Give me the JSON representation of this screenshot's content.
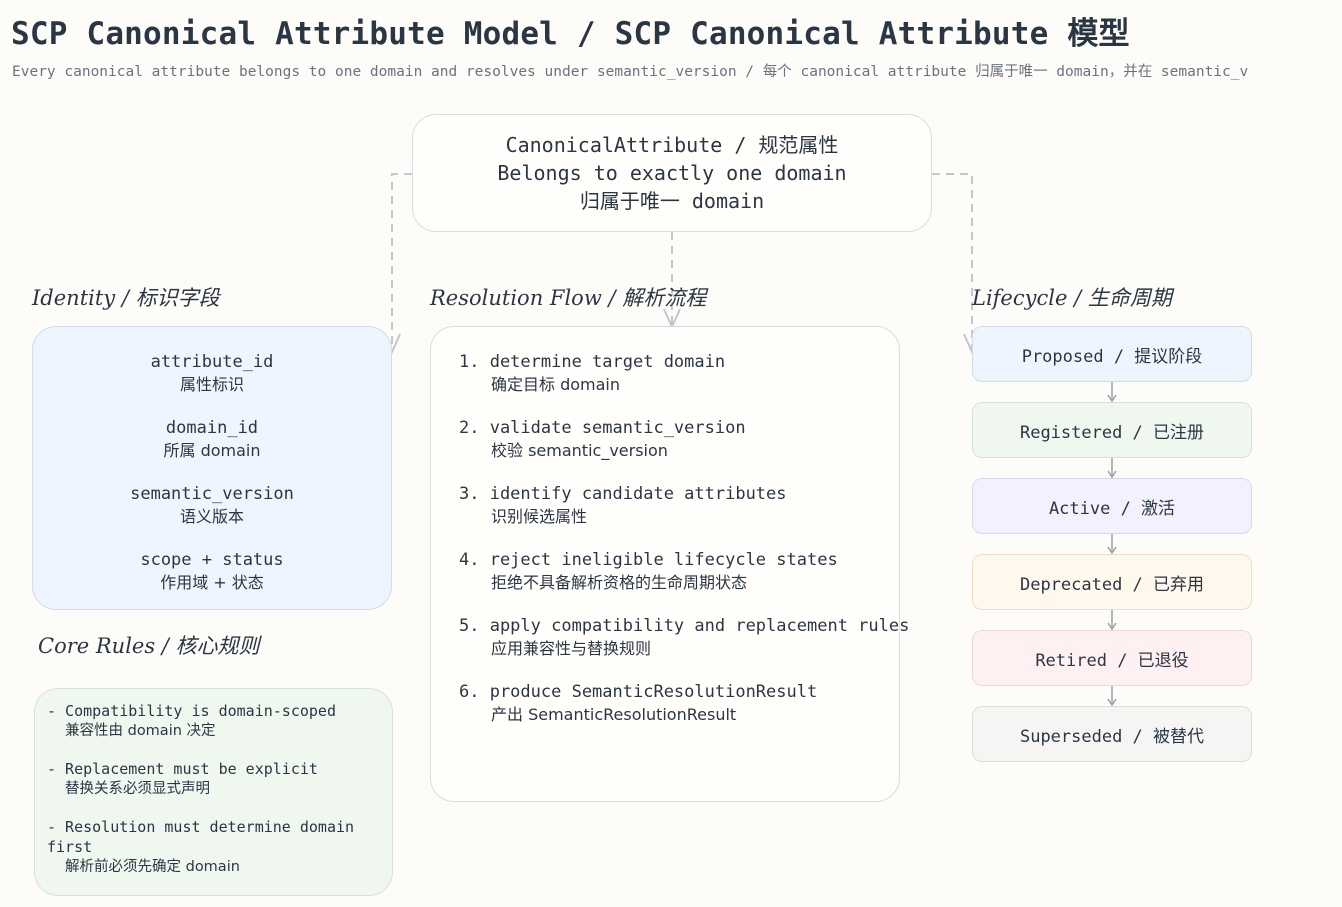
{
  "header": {
    "title": "SCP Canonical Attribute Model / SCP Canonical Attribute 模型",
    "subtitle": "Every canonical attribute belongs to one domain and resolves under semantic_version / 每个 canonical attribute 归属于唯一 domain，并在 semantic_v"
  },
  "center": {
    "line1": "CanonicalAttribute / 规范属性",
    "line2": "Belongs to exactly one domain",
    "line3": "归属于唯一 domain"
  },
  "identity": {
    "title": "Identity / 标识字段",
    "fields": [
      {
        "en": "attribute_id",
        "zh": "属性标识"
      },
      {
        "en": "domain_id",
        "zh": "所属 domain"
      },
      {
        "en": "semantic_version",
        "zh": "语义版本"
      },
      {
        "en": "scope + status",
        "zh": "作用域 + 状态"
      }
    ]
  },
  "rules": {
    "title": "Core Rules / 核心规则",
    "items": [
      {
        "en": "- Compatibility is domain-scoped",
        "zh": "兼容性由 domain 决定"
      },
      {
        "en": "- Replacement must be explicit",
        "zh": "替换关系必须显式声明"
      },
      {
        "en": "- Resolution must determine domain first",
        "zh": "解析前必须先确定 domain"
      }
    ]
  },
  "flow": {
    "title": "Resolution Flow / 解析流程",
    "steps": [
      {
        "en": "1. determine target domain",
        "zh": "确定目标 domain"
      },
      {
        "en": "2. validate semantic_version",
        "zh": "校验 semantic_version"
      },
      {
        "en": "3. identify candidate attributes",
        "zh": "识别候选属性"
      },
      {
        "en": "4. reject ineligible lifecycle states",
        "zh": "拒绝不具备解析资格的生命周期状态"
      },
      {
        "en": "5. apply compatibility and replacement rules",
        "zh": "应用兼容性与替换规则"
      },
      {
        "en": "6. produce SemanticResolutionResult",
        "zh": "产出 SemanticResolutionResult"
      }
    ]
  },
  "lifecycle": {
    "title": "Lifecycle / 生命周期",
    "stages": [
      {
        "label": "Proposed / 提议阶段",
        "color": "#eef5ff",
        "border": "#cfdcec"
      },
      {
        "label": "Registered / 已注册",
        "color": "#eff7ef",
        "border": "#d3e4d4"
      },
      {
        "label": "Active / 激活",
        "color": "#f3f0ff",
        "border": "#dcd5f0"
      },
      {
        "label": "Deprecated / 已弃用",
        "color": "#fff8ec",
        "border": "#ecdfc6"
      },
      {
        "label": "Retired / 已退役",
        "color": "#fff1f2",
        "border": "#efd6d9"
      },
      {
        "label": "Superseded / 被替代",
        "color": "#f5f5f3",
        "border": "#dcdcda"
      }
    ]
  },
  "colors": {
    "connector": "#c2c7cf",
    "text": "#2b3645"
  }
}
